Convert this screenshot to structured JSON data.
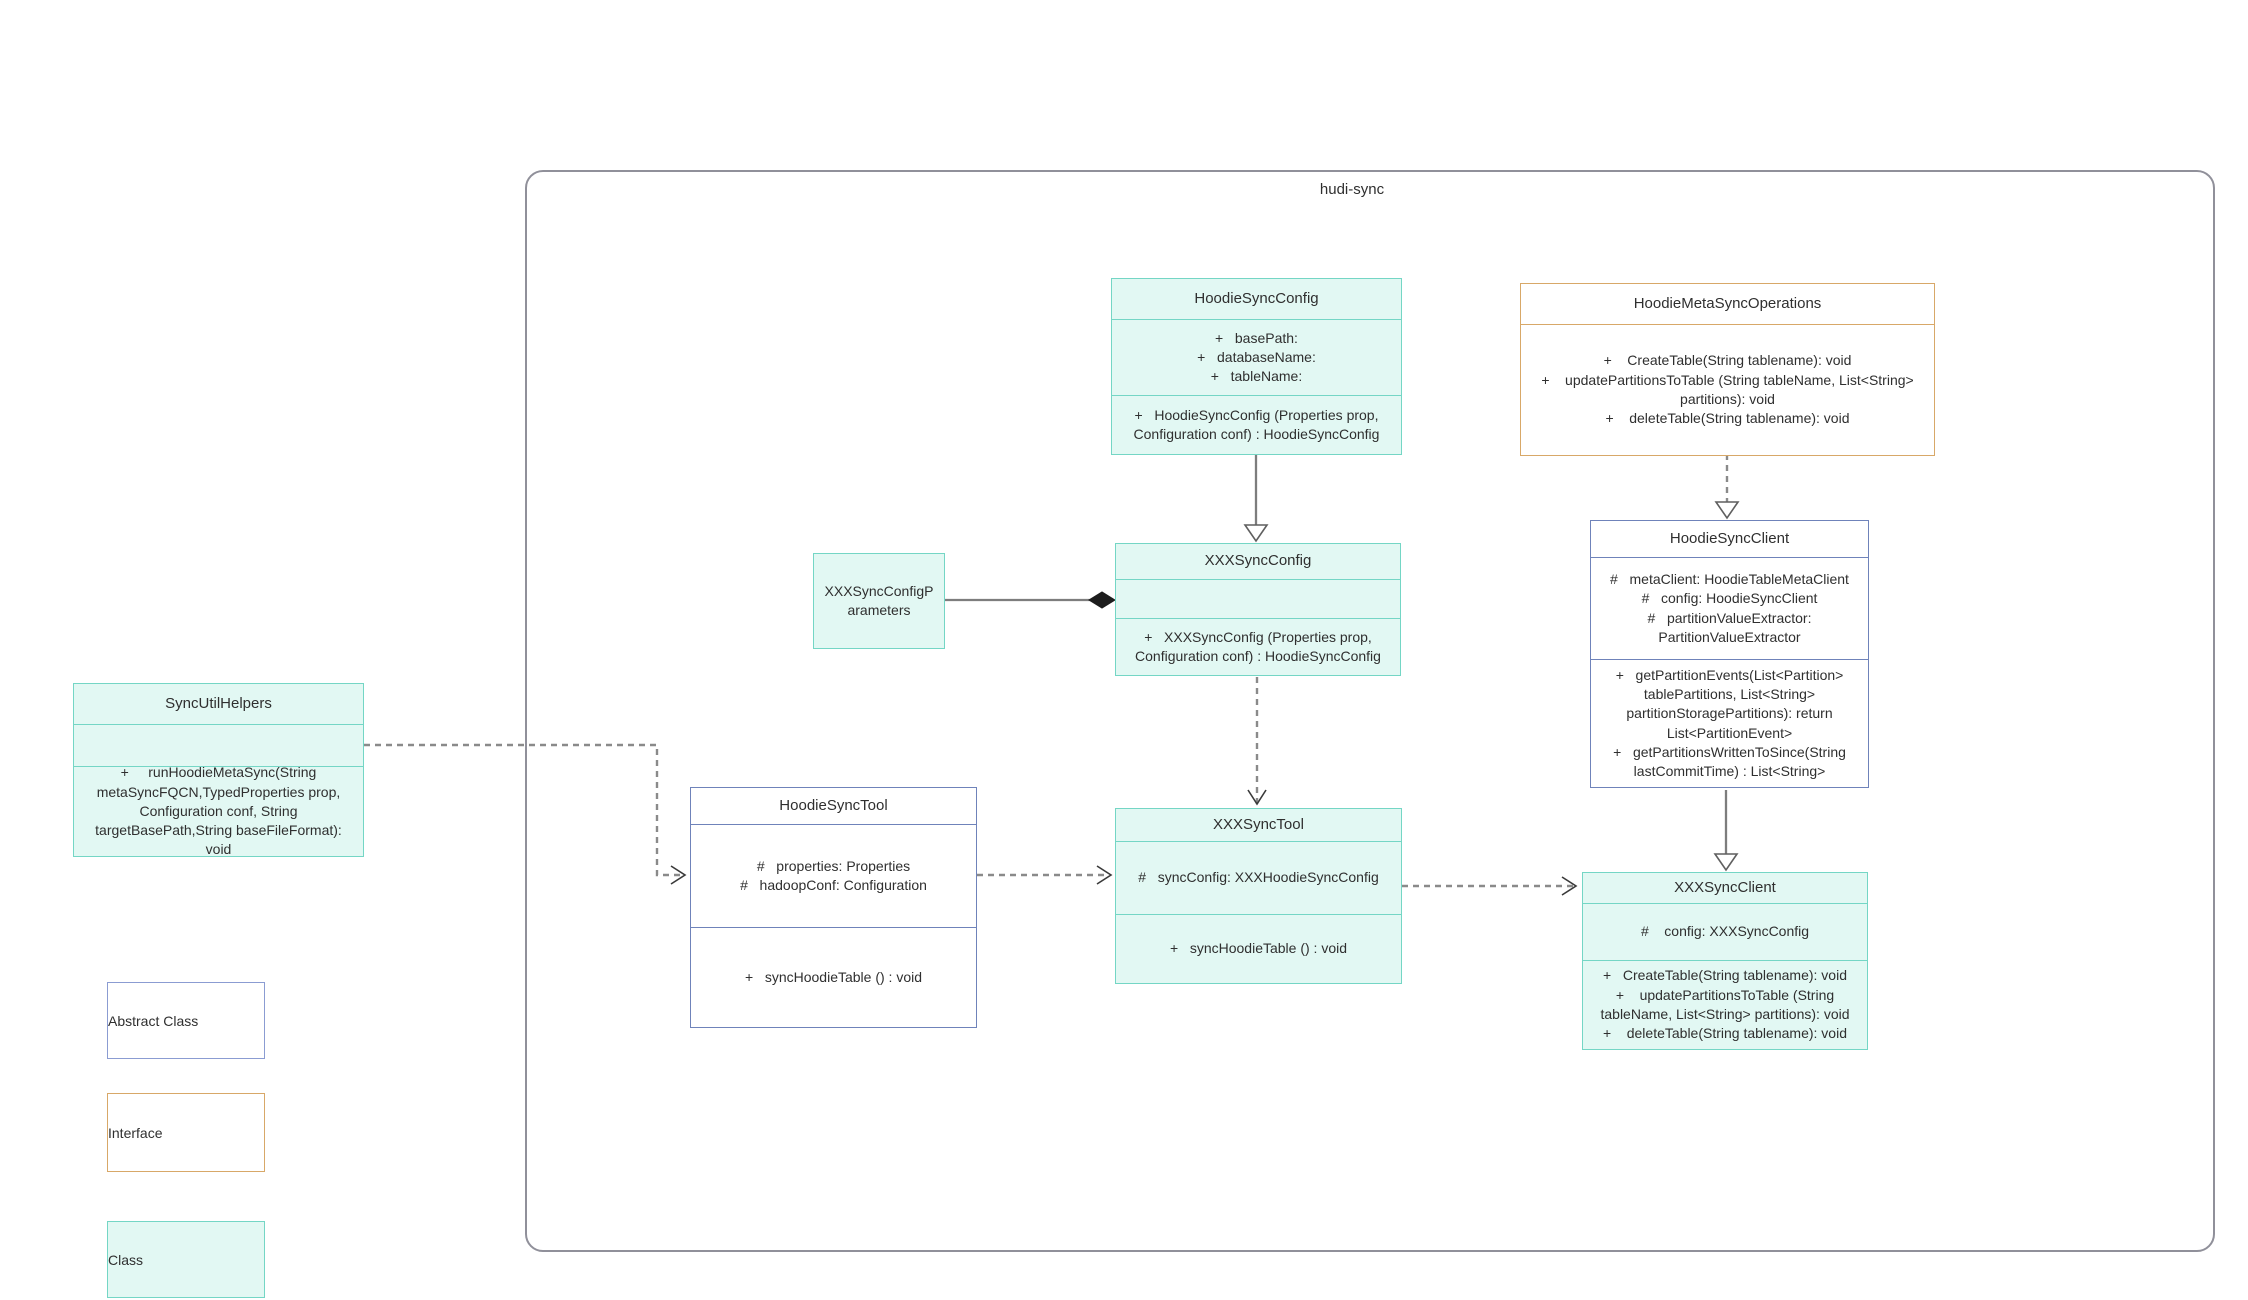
{
  "diagram": {
    "frame": {
      "label": "hudi-sync"
    },
    "classes": {
      "hoodieSyncConfig": {
        "title": "HoodieSyncConfig",
        "attributes": [
          "+   basePath:",
          "+   databaseName:",
          "+   tableName:"
        ],
        "methods": [
          "+   HoodieSyncConfig (Properties prop, Configuration conf) : HoodieSyncConfig"
        ]
      },
      "hoodieMetaSyncOperations": {
        "title": "HoodieMetaSyncOperations",
        "methods": [
          "+    CreateTable(String tablename): void",
          "+    updatePartitionsToTable (String tableName, List<String> partitions): void",
          "+    deleteTable(String tablename): void"
        ]
      },
      "hoodieSyncClient": {
        "title": "HoodieSyncClient",
        "attributes": [
          "#   metaClient: HoodieTableMetaClient",
          "#   config: HoodieSyncClient",
          "#   partitionValueExtractor: PartitionValueExtractor"
        ],
        "methods": [
          "+   getPartitionEvents(List<Partition> tablePartitions, List<String> partitionStoragePartitions): return List<PartitionEvent>",
          "+   getPartitionsWrittenToSince(String lastCommitTime) : List<String>"
        ]
      },
      "xxxSyncConfig": {
        "title": "XXXSyncConfig",
        "methods": [
          "+   XXXSyncConfig (Properties prop, Configuration conf) : HoodieSyncConfig"
        ]
      },
      "xxxSyncConfigParameters": {
        "title": "XXXSyncConfigParameters"
      },
      "syncUtilHelpers": {
        "title": "SyncUtilHelpers",
        "methods": [
          "+     runHoodieMetaSync(String metaSyncFQCN,TypedProperties prop, Configuration conf, String targetBasePath,String baseFileFormat): void"
        ]
      },
      "hoodieSyncTool": {
        "title": "HoodieSyncTool",
        "attributes": [
          "#   properties: Properties",
          "#   hadoopConf: Configuration"
        ],
        "methods": [
          "+   syncHoodieTable () : void"
        ]
      },
      "xxxSyncTool": {
        "title": "XXXSyncTool",
        "attributes": [
          "#   syncConfig: XXXHoodieSyncConfig"
        ],
        "methods": [
          "+   syncHoodieTable () : void"
        ]
      },
      "xxxSyncClient": {
        "title": "XXXSyncClient",
        "attributes": [
          "#    config: XXXSyncConfig"
        ],
        "methods": [
          "+   CreateTable(String tablename): void",
          "+    updatePartitionsToTable (String tableName, List<String> partitions): void",
          "+    deleteTable(String tablename): void"
        ]
      }
    },
    "legend": {
      "abstract": "Abstract Class",
      "interface": "Interface",
      "class": "Class"
    },
    "colors": {
      "class_fill": "#e2f8f3",
      "class_border": "#74d6c5",
      "abstract_border": "#6f83ba",
      "interface_border": "#d8a868",
      "frame_border": "#90909a",
      "connector": "#7d7d7d"
    }
  }
}
